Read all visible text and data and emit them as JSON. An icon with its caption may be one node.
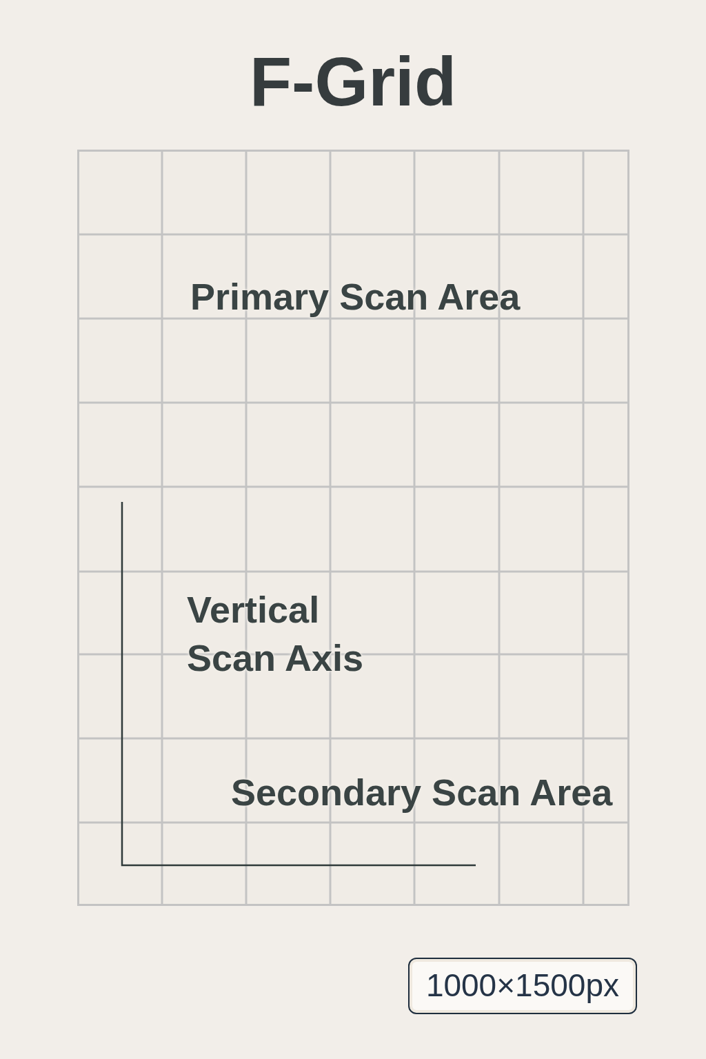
{
  "diagram": {
    "title": "F-Grid",
    "nodes": [
      {
        "text": [
          "Primary Scan Area",
          "Vertical Scan Axis",
          "Secondary Scan Area"
        ]
      },
      {
        "text": [
          "1000×1500px"
        ]
      }
    ]
  }
}
